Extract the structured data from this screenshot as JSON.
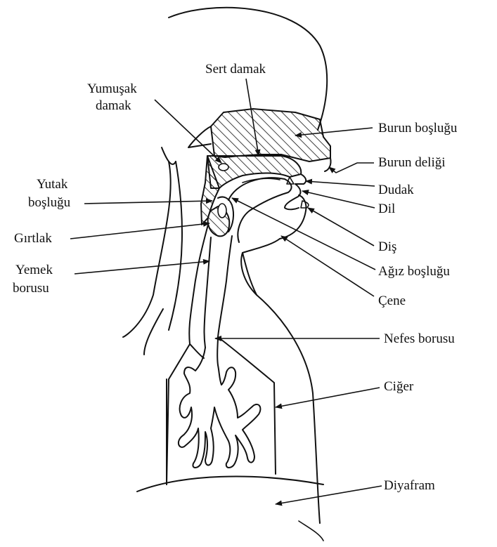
{
  "labels": {
    "sert_damak": "Sert damak",
    "yumusak_damak_1": "Yumuşak",
    "yumusak_damak_2": "damak",
    "burun_boslugu": "Burun boşluğu",
    "burun_deligi": "Burun deliği",
    "dudak": "Dudak",
    "dil": "Dil",
    "dis": "Diş",
    "agiz_boslugu": "Ağız boşluğu",
    "cene": "Çene",
    "yutak_boslugu_1": "Yutak",
    "yutak_boslugu_2": "boşluğu",
    "girtlak": "Gırtlak",
    "yemek_borusu_1": "Yemek",
    "yemek_borusu_2": "borusu",
    "nefes_borusu": "Nefes borusu",
    "ciger": "Ciğer",
    "diyafram": "Diyafram"
  }
}
